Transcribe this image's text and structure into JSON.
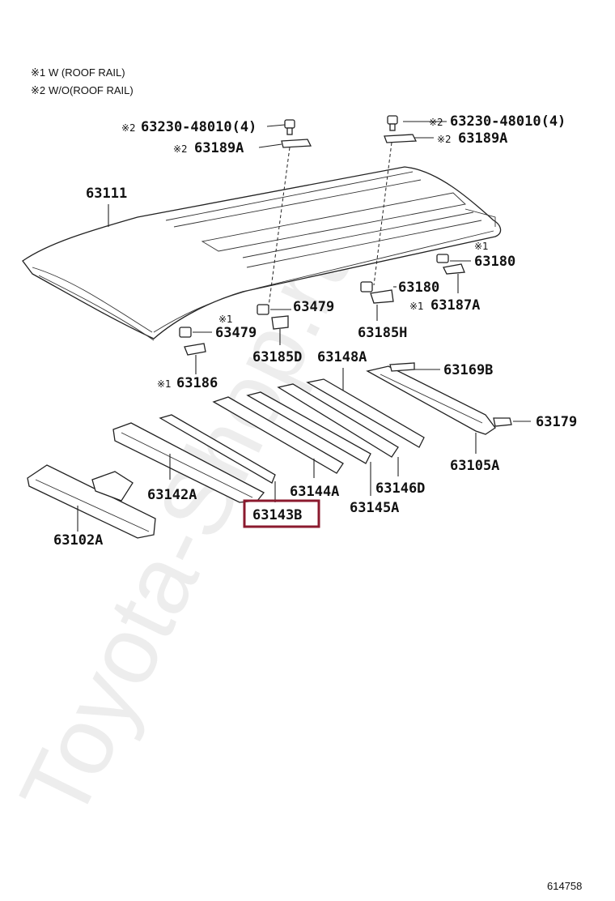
{
  "notes": {
    "note1_mark": "※1",
    "note1_text": "W (ROOF RAIL)",
    "note2_mark": "※2",
    "note2_text": "W/O(ROOF RAIL)"
  },
  "labels": {
    "bolt_left": "63230-48010(4)",
    "bolt_right": "63230-48010(4)",
    "bracket_left": "63189A",
    "bracket_right": "63189A",
    "roof_panel": "63111",
    "clip_63180_upper": "63180",
    "clip_63180_lower": "63180",
    "bracket_63187a": "63187A",
    "clip_63479_center": "63479",
    "clip_63479_left": "63479",
    "bracket_63185h": "63185H",
    "bracket_63185d": "63185D",
    "bow_63148a": "63148A",
    "rail_63169b": "63169B",
    "plate_63186": "63186",
    "plate_63179": "63179",
    "rail_63105a": "63105A",
    "bow_63142a": "63142A",
    "bow_63144a": "63144A",
    "bow_63146d": "63146D",
    "bow_63145a": "63145A",
    "bow_63143b": "63143B",
    "header_63102a": "63102A"
  },
  "marks": {
    "m1": "※1",
    "m2": "※2"
  },
  "highlight_part": "63143B",
  "highlight_color": "#8b1a2e",
  "watermark": "Toyota-Shop.ru",
  "figure_number": "614758"
}
